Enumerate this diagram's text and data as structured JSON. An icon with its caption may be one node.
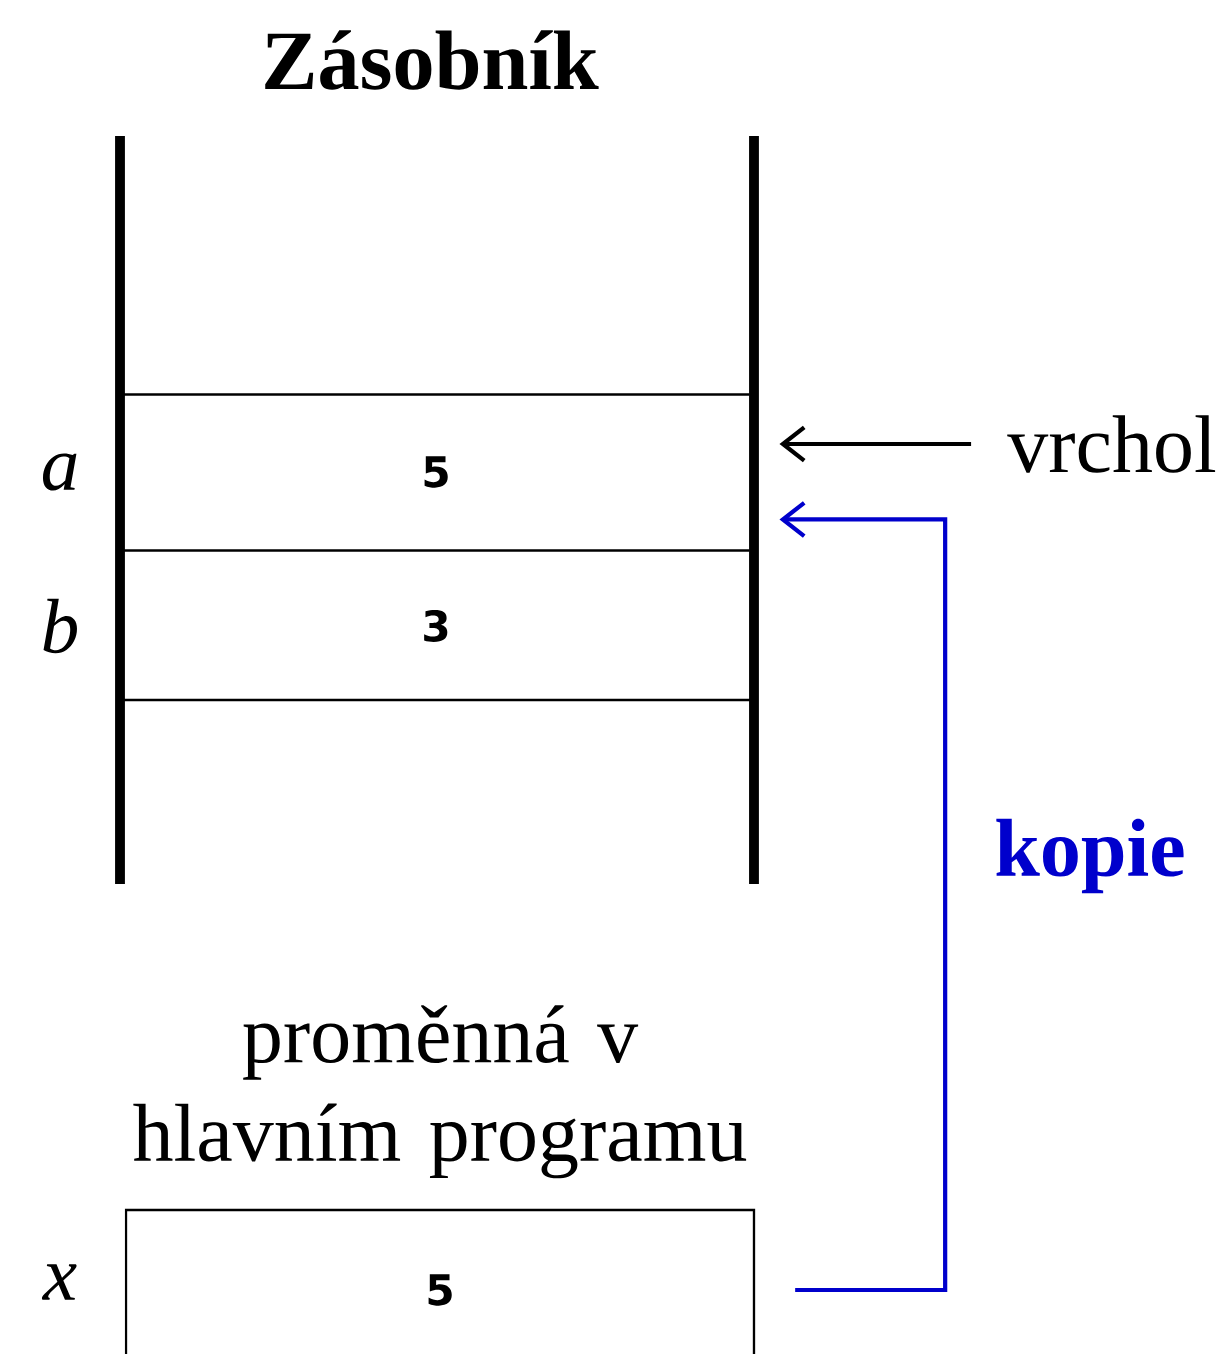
{
  "diagram": {
    "title": "Zásobník",
    "nodes": [
      {
        "text": [
          "5"
        ],
        "beside": [
          "a"
        ]
      },
      {
        "text": [
          "3"
        ],
        "beside": [
          "b"
        ]
      },
      {
        "text": [
          "proměnná v hlavním programu",
          "5"
        ],
        "beside": [
          "x"
        ]
      },
      {
        "text": [
          "vrchol"
        ]
      }
    ],
    "edges": [
      {
        "from": 3,
        "to": 0,
        "arrow": "to"
      },
      {
        "from": 2,
        "to": 0,
        "arrow": "to",
        "label": "kopie",
        "color": "#0000cc"
      }
    ]
  }
}
